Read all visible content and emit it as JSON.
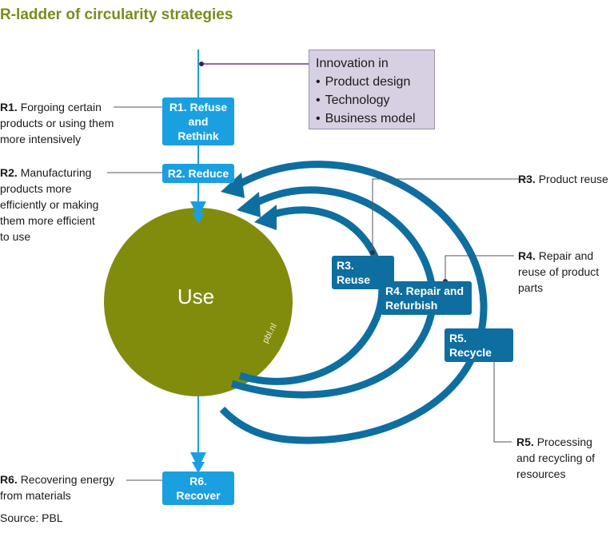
{
  "title": "R-ladder of circularity strategies",
  "innovation": {
    "heading": "Innovation in",
    "items": [
      "Product design",
      "Technology",
      "Business model"
    ]
  },
  "boxes": {
    "r1": [
      "R1. Refuse",
      "and Rethink"
    ],
    "r2": "R2. Reduce",
    "r3": "R3. Reuse",
    "r4": [
      "R4. Repair and",
      "Refurbish"
    ],
    "r5": "R5. Recycle",
    "r6": "R6. Recover"
  },
  "descriptions": {
    "r1": {
      "code": "R1.",
      "text": [
        "Forgoing certain",
        "products or using them",
        "more intensively"
      ]
    },
    "r2": {
      "code": "R2.",
      "text": [
        "Manufacturing",
        "products more",
        "efficiently or making",
        "them more efficient",
        "to use"
      ]
    },
    "r3": {
      "code": "R3.",
      "text": [
        "Product reuse"
      ]
    },
    "r4": {
      "code": "R4.",
      "text": [
        "Repair and",
        "reuse of product",
        "parts"
      ]
    },
    "r5": {
      "code": "R5.",
      "text": [
        "Processing",
        "and recycling of",
        "resources"
      ]
    },
    "r6": {
      "code": "R6.",
      "text": [
        "Recovering energy",
        "from materials"
      ]
    }
  },
  "center_label": "Use",
  "watermark": "pbl.nl",
  "source": "Source: PBL",
  "colors": {
    "title": "#7a8c1c",
    "use_circle": "#818c0c",
    "flow_line": "#1aa0e0",
    "loops": "#0e6ea0",
    "innovation_box": "#d7cfe2",
    "connector": "#6b3b8c"
  }
}
